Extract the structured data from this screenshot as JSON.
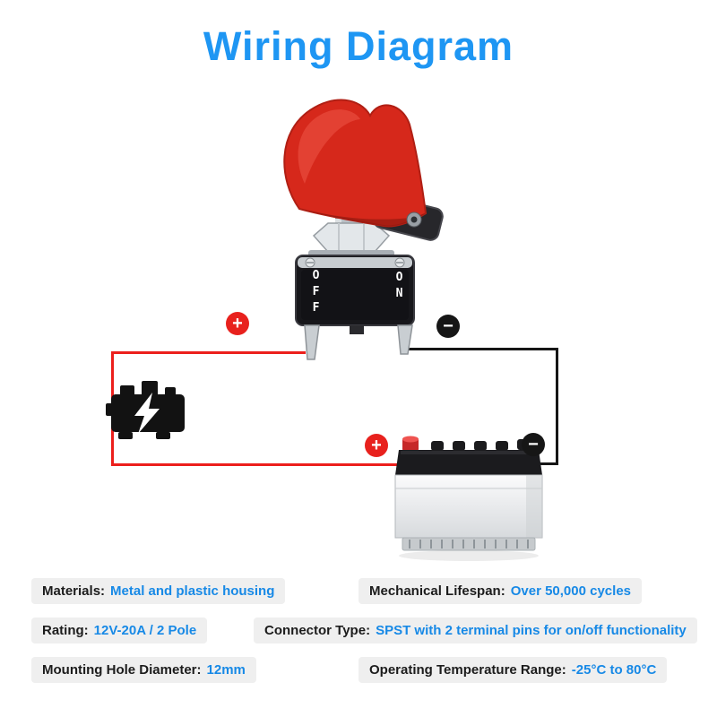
{
  "title": "Wiring Diagram",
  "colors": {
    "title_blue": "#1E96F3",
    "accent_blue": "#1789E6",
    "wire_red": "#EC1F1C",
    "wire_black": "#161616",
    "cover_red": "#D6281B",
    "pill_gray": "#EFEFEF"
  },
  "switch": {
    "off_label": "OFF",
    "on_label": "ON"
  },
  "badges": {
    "plus": "+",
    "minus": "−"
  },
  "icons": {
    "engine": "engine-with-lightning-bolt-icon",
    "battery": "car-battery-illustration",
    "switch": "toggle-switch-with-red-safety-cover"
  },
  "specs": [
    {
      "label": "Materials:",
      "value": "Metal and plastic housing"
    },
    {
      "label": "Mechanical Lifespan:",
      "value": "Over 50,000 cycles"
    },
    {
      "label": "Rating:",
      "value": "12V-20A / 2 Pole"
    },
    {
      "label": "Connector Type:",
      "value": "SPST with 2 terminal pins for on/off functionality"
    },
    {
      "label": "Mounting Hole Diameter:",
      "value": "12mm"
    },
    {
      "label": "Operating Temperature Range:",
      "value": "-25°C to 80°C"
    }
  ]
}
